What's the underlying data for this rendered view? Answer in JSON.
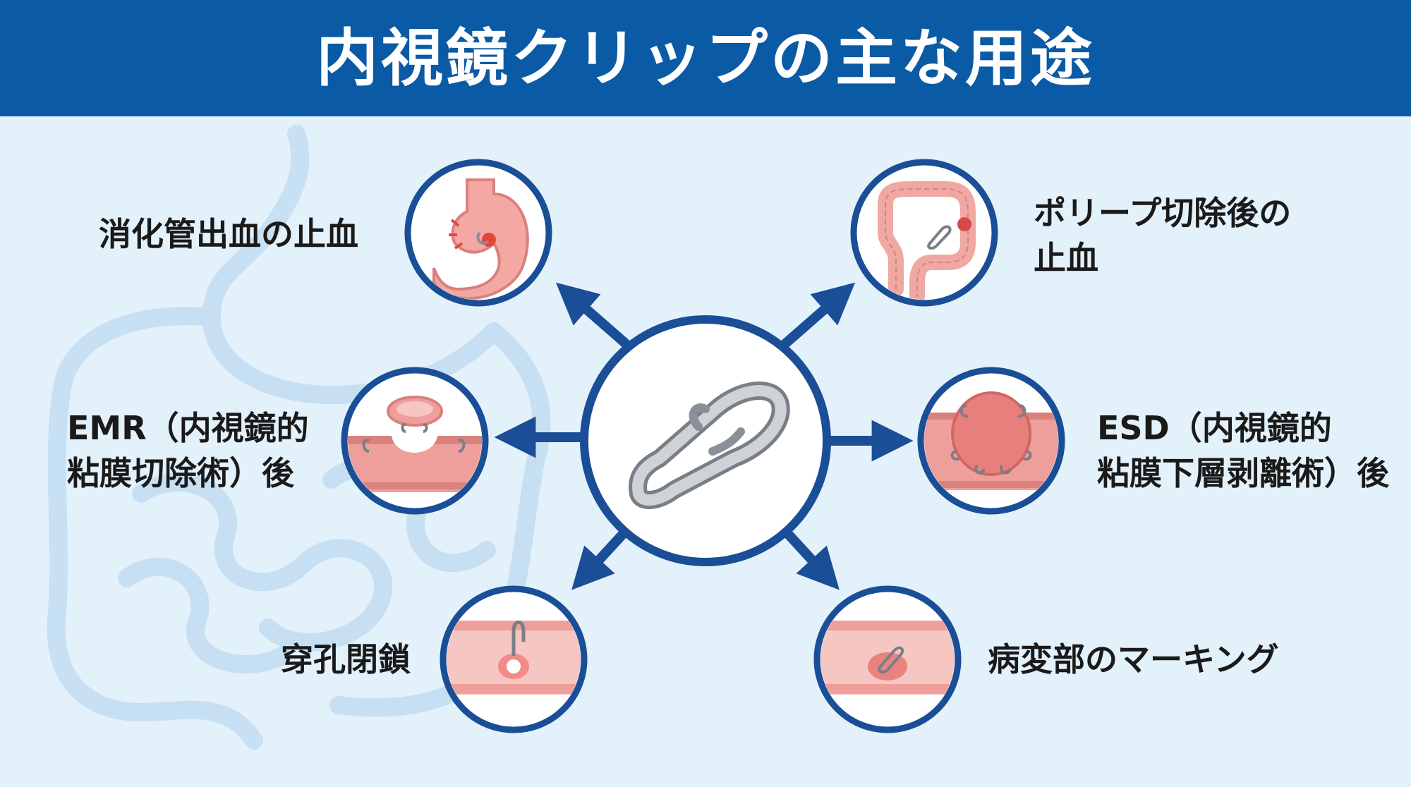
{
  "title": "内視鏡クリップの主な用途",
  "uses": [
    {
      "id": "gi-bleeding",
      "lines": [
        "消化管出血の止血"
      ],
      "icon": "stomach-bleeding-clip-icon"
    },
    {
      "id": "polyp",
      "lines": [
        "ポリープ切除後の",
        "止血"
      ],
      "icon": "colon-polyp-clip-icon"
    },
    {
      "id": "emr",
      "lines": [
        "EMR（内視鏡的",
        "粘膜切除術）後"
      ],
      "icon": "emr-mucosa-clip-icon"
    },
    {
      "id": "esd",
      "lines": [
        "ESD（内視鏡的",
        "粘膜下層剥離術）後"
      ],
      "icon": "esd-mucosa-clips-icon"
    },
    {
      "id": "perforation",
      "lines": [
        "穿孔閉鎖"
      ],
      "icon": "perforation-closure-clip-icon"
    },
    {
      "id": "marking",
      "lines": [
        "病変部のマーキング"
      ],
      "icon": "lesion-marking-clip-icon"
    }
  ],
  "center": {
    "icon": "endoscopic-clip-icon"
  },
  "colors": {
    "header": "#0a5aa5",
    "accent": "#1a4e96",
    "background": "#e3f1fb",
    "tissue": "#ee9f9c",
    "mucosa": "#f6c6c3"
  }
}
